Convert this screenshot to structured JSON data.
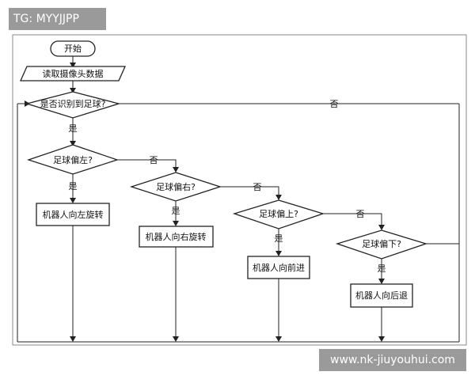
{
  "watermarks": {
    "top_left": "TG: MYYJJPP",
    "bottom_right": "www.nk-jiuyouhui.com"
  },
  "flowchart": {
    "start": "开始",
    "read_camera": "读取摄像头数据",
    "detect_ball": "是否识别到足球?",
    "ball_left": "足球偏左?",
    "ball_right": "足球偏右?",
    "ball_up": "足球偏上?",
    "ball_down": "足球偏下?",
    "turn_left": "机器人向左旋转",
    "turn_right": "机器人向右旋转",
    "move_forward": "机器人向前进",
    "move_back": "机器人向后退",
    "yes": "是",
    "no": "否"
  }
}
